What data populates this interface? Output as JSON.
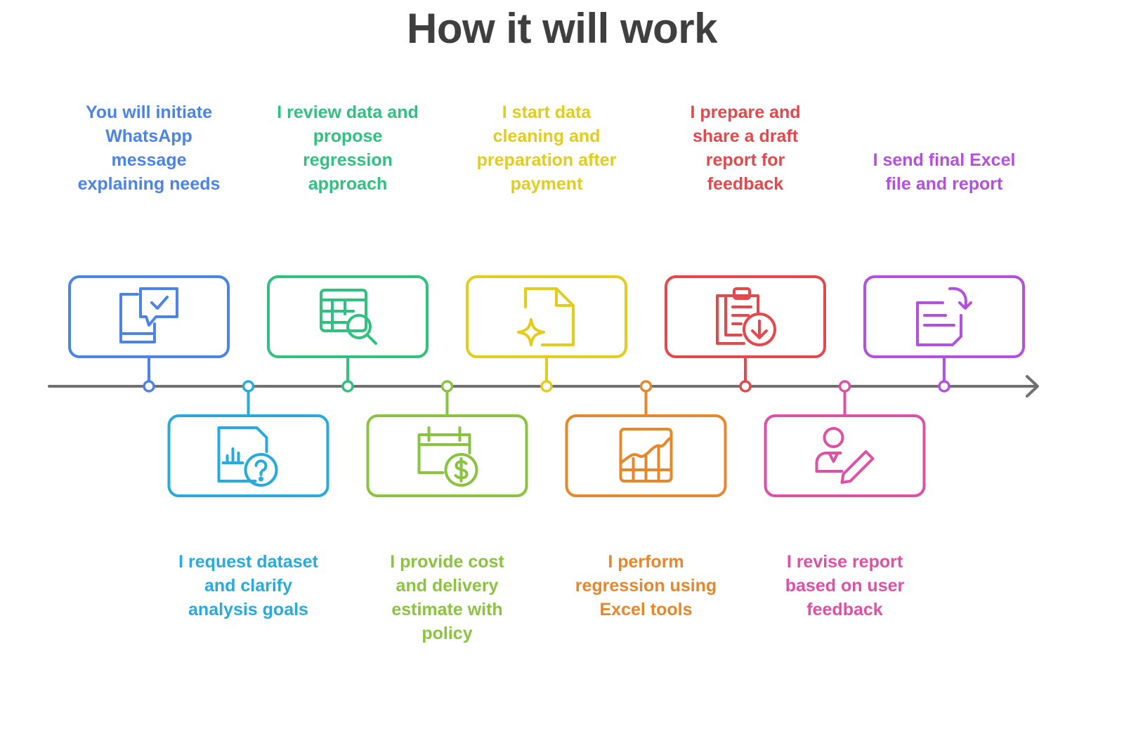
{
  "title": "How it will work",
  "steps": [
    {
      "label": [
        "You will initiate",
        "WhatsApp",
        "message",
        "explaining needs"
      ],
      "color": "#4a84ea",
      "icon": "chat-check-icon",
      "position": "top"
    },
    {
      "label": [
        "I request dataset",
        "and clarify",
        "analysis goals"
      ],
      "color": "#27aadd",
      "icon": "chart-document-question-icon",
      "position": "bottom"
    },
    {
      "label": [
        "I review data and",
        "propose",
        "regression",
        "approach"
      ],
      "color": "#2ec27e",
      "icon": "table-search-icon",
      "position": "top"
    },
    {
      "label": [
        "I provide cost",
        "and delivery",
        "estimate with",
        "policy"
      ],
      "color": "#8ac43f",
      "icon": "calendar-dollar-icon",
      "position": "bottom"
    },
    {
      "label": [
        "I start data",
        "cleaning and",
        "preparation after",
        "payment"
      ],
      "color": "#e3cc1a",
      "icon": "document-sparkle-icon",
      "position": "top"
    },
    {
      "label": [
        "I perform",
        "regression using",
        "Excel tools"
      ],
      "color": "#e8862a",
      "icon": "spreadsheet-chart-icon",
      "position": "bottom"
    },
    {
      "label": [
        "I prepare and",
        "share a draft",
        "report for",
        "feedback"
      ],
      "color": "#e5474b",
      "icon": "clipboard-download-icon",
      "position": "top"
    },
    {
      "label": [
        "I revise report",
        "based on user",
        "feedback"
      ],
      "color": "#e04fa6",
      "icon": "person-edit-icon",
      "position": "bottom"
    },
    {
      "label": [
        "I send final Excel",
        "file and report"
      ],
      "color": "#b44fe0",
      "icon": "document-send-icon",
      "position": "top"
    }
  ],
  "axis_color": "#707070"
}
